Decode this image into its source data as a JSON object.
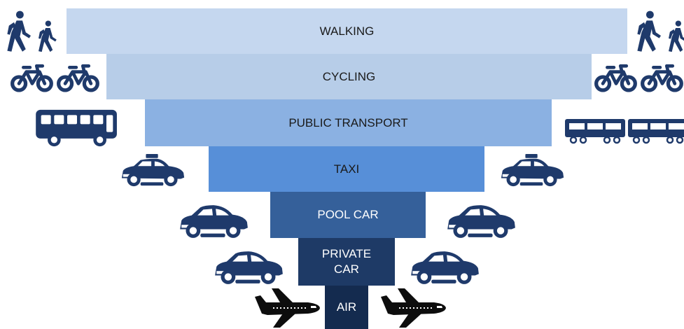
{
  "colors": {
    "icon": "#1f3a6b",
    "tiers": [
      "#c5d7ef",
      "#b7cde8",
      "#8bb1e2",
      "#578fd8",
      "#35609a",
      "#1e3a66",
      "#142b4f"
    ]
  },
  "tiers": [
    {
      "label": "WALKING",
      "icons": [
        "walking-people-icon",
        "walking-people-icon"
      ]
    },
    {
      "label": "CYCLING",
      "icons": [
        "bicycles-icon",
        "bicycles-icon"
      ]
    },
    {
      "label": "PUBLIC TRANSPORT",
      "icons": [
        "bus-icon",
        "train-icon"
      ]
    },
    {
      "label": "TAXI",
      "icons": [
        "taxi-icon",
        "taxi-icon"
      ]
    },
    {
      "label": "POOL CAR",
      "icons": [
        "car-icon",
        "car-icon"
      ]
    },
    {
      "label_lines": [
        "PRIVATE",
        "CAR"
      ],
      "icons": [
        "car-icon",
        "car-icon"
      ]
    },
    {
      "label": "AIR",
      "icons": [
        "airplane-icon",
        "airplane-icon"
      ]
    }
  ]
}
